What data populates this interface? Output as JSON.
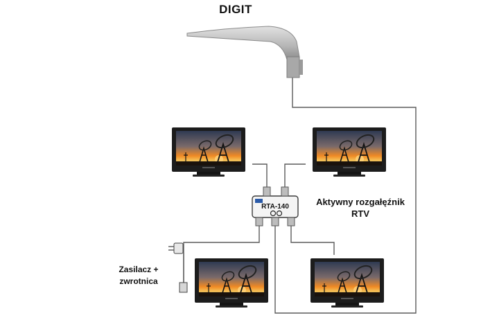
{
  "title": "DIGIT",
  "splitter": {
    "model": "RTA-140",
    "description_line1": "Aktywny rozgałęźnik",
    "description_line2": "RTV"
  },
  "power_supply": {
    "label_line1": "Zasilacz +",
    "label_line2": "zwrotnica"
  },
  "icons": [
    "antenna-icon",
    "tv-icon",
    "splitter-icon",
    "power-adapter-icon"
  ],
  "colors": {
    "cable": "#555555",
    "tv_frame": "#1a1a1a",
    "sky_top": "#3a4458",
    "sky_sunset": "#f08a24",
    "antenna": "#c8c8c8"
  }
}
